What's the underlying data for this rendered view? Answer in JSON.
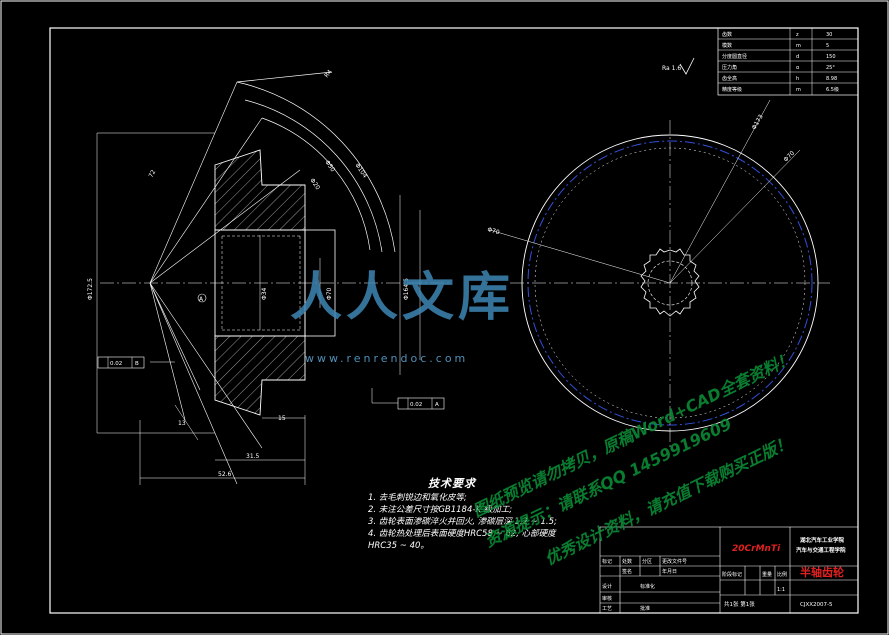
{
  "params_table": [
    {
      "name": "齿数",
      "sym": "z",
      "val": "30"
    },
    {
      "name": "模数",
      "sym": "m",
      "val": "5"
    },
    {
      "name": "分度圆直径",
      "sym": "d",
      "val": "150"
    },
    {
      "name": "压力角",
      "sym": "α",
      "val": "25°"
    },
    {
      "name": "齿全高",
      "sym": "h",
      "val": "8.98"
    },
    {
      "name": "精度等级",
      "sym": "m",
      "val": "6.5级"
    }
  ],
  "dims": {
    "r_outer": "R4",
    "d_top": "Φ104",
    "d_mid": "Φ50",
    "d_hub": "Φ20",
    "d_left": "Φ172.5",
    "d_right": "Φ164.5",
    "d_bore": "Φ34",
    "d_pitch": "Φ70",
    "d_outer_circle": "Φ173",
    "d_inner_circle": "Φ70",
    "len_72": "72",
    "len_15": "15",
    "len_31": "31.5",
    "len_52": "52.6",
    "len_13": "13",
    "datum": "A",
    "tol1_val": "0.02",
    "tol1_ref": "B",
    "tol2_val": "0.02",
    "tol2_ref": "A",
    "angle_note": "Ra 1.6"
  },
  "requirements": {
    "title": "技术要求",
    "lines": [
      "1. 去毛刺锐边和氧化皮等;",
      "2. 未注公差尺寸按GB1184-K 级加工;",
      "3. 齿轮表面渗碳淬火并回火, 渗碳层深 1.2 ~ 1.5;",
      "4. 齿轮热处理后表面硬度HRC58 ~ 62, 心部硬度",
      "HRC35 ~ 40。"
    ]
  },
  "title_block": {
    "material": "20CrMnTi",
    "school": "湖北汽车工业学院",
    "dept": "汽车与交通工程学院",
    "part_name": "半轴齿轮",
    "drawing_no": "CJXX2007-5",
    "scale": "1:1",
    "sheet": "共1张  第1张",
    "cells": [
      "标记",
      "处数",
      "分区",
      "更改文件号",
      "签名",
      "年月日",
      "设计",
      "标准化",
      "审核",
      "工艺",
      "批准",
      "阶段标记",
      "重量",
      "比例"
    ]
  },
  "watermark": {
    "logo": "人人文库",
    "url": "www.renrendoc.com",
    "line1": "图纸预览请勿拷贝，原稿Word+CAD全套资料！",
    "line2": "资源提示：请联系QQ 1459919609",
    "line3": "优秀设计资料，请充值下载购买正版！"
  },
  "colors": {
    "background": "#000000",
    "lines": "#ffffff",
    "dash_blue": "#3050d8",
    "material_red": "#e02020",
    "watermark_green": "#0a8a36",
    "watermark_blue": "#3f86b4"
  }
}
